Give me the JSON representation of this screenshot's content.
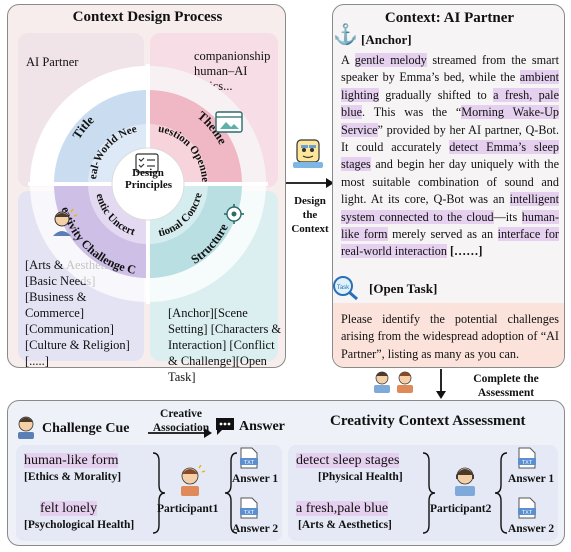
{
  "design": {
    "title": "Context Design Process",
    "ai_partner": "AI Partner",
    "theme_text": "companionship human–AI ethics...",
    "center_label": "Design Principles",
    "ring_outer": [
      "Title",
      "Theme",
      "Structure",
      "Creativity Challenge Cues"
    ],
    "ring_inner": [
      "Real-World Need",
      "Question Openness",
      "Situational Concreteness",
      "Authentic Uncertainty"
    ],
    "cues_text": "[Arts & Aesthetics][Basic Needs][Business & Commerce][Communication][Culture & Religion][.....]",
    "structure_text": "[Anchor][Scene Setting] [Characters & Interaction] [Conflict & Challenge][Open Task]"
  },
  "arrow_label": "Design the Context",
  "context": {
    "title": "Context: AI Partner",
    "anchor_label": "[Anchor]",
    "story_segments": [
      {
        "t": "A ",
        "h": false
      },
      {
        "t": "gentle melody",
        "h": true
      },
      {
        "t": " streamed from the smart speaker by Emma’s bed, while the ",
        "h": false
      },
      {
        "t": "ambient lighting",
        "h": true
      },
      {
        "t": " gradually shifted to ",
        "h": false
      },
      {
        "t": "a fresh, pale blue",
        "h": true
      },
      {
        "t": ". This was the “",
        "h": false
      },
      {
        "t": "Morning Wake-Up Service",
        "h": true
      },
      {
        "t": "” provided by her AI partner, Q-Bot. It could accurately ",
        "h": false
      },
      {
        "t": "detect Emma’s sleep stages",
        "h": true
      },
      {
        "t": " and begin her day uniquely with the most suitable combination of sound and light. At its core, Q-Bot was an ",
        "h": false
      },
      {
        "t": "intelligent system connected to the cloud",
        "h": true
      },
      {
        "t": "—its ",
        "h": false
      },
      {
        "t": "human-like form",
        "h": true
      },
      {
        "t": " merely served as an ",
        "h": false
      },
      {
        "t": "interface for real-world interaction",
        "h": true
      },
      {
        "t": " ",
        "h": false
      }
    ],
    "ellipsis": "[……]",
    "task_icon_label": "Task",
    "open_task_label": "[Open Task]",
    "task_text": "Please identify the potential challenges arising from the widespread adoption of “AI Partner”, listing as many as you can."
  },
  "complete_label": "Complete the Assessment",
  "assessment": {
    "challenge_cue": "Challenge Cue",
    "creative_association": "Creative Association",
    "answer_label": "Answer",
    "title": "Creativity Context Assessment",
    "left": {
      "items": [
        {
          "text": "human-like form",
          "tag": "[Ethics & Morality]"
        },
        {
          "text": "felt lonely",
          "tag": "[Psychological Health]"
        }
      ],
      "participant": "Participant1",
      "answers": [
        "Answer 1",
        "Answer 2"
      ]
    },
    "right": {
      "items": [
        {
          "text": "detect sleep stages",
          "tag": "[Physical Health]"
        },
        {
          "text": "a fresh,pale blue",
          "tag": "[Arts & Aesthetics]"
        }
      ],
      "participant": "Participant2",
      "answers": [
        "Answer 1",
        "Answer 2"
      ]
    },
    "file_label": "TXT"
  },
  "colors": {
    "highlight": "#e6d0ef",
    "left_panel_bg": "#f7eded",
    "right_panel_bg": "#f6f4f5",
    "task_bg": "#fbe3dc",
    "bottom_bg": "#eef1f8",
    "quad_pink": "#f6dde6",
    "quad_lavender": "#e4e3f4",
    "quad_teal": "#dbeef0",
    "ring_blue": "#c9dcf0",
    "ring_pink": "#f0b7c4",
    "ring_purple": "#cdbfe6",
    "ring_teal": "#b9dfe3"
  }
}
